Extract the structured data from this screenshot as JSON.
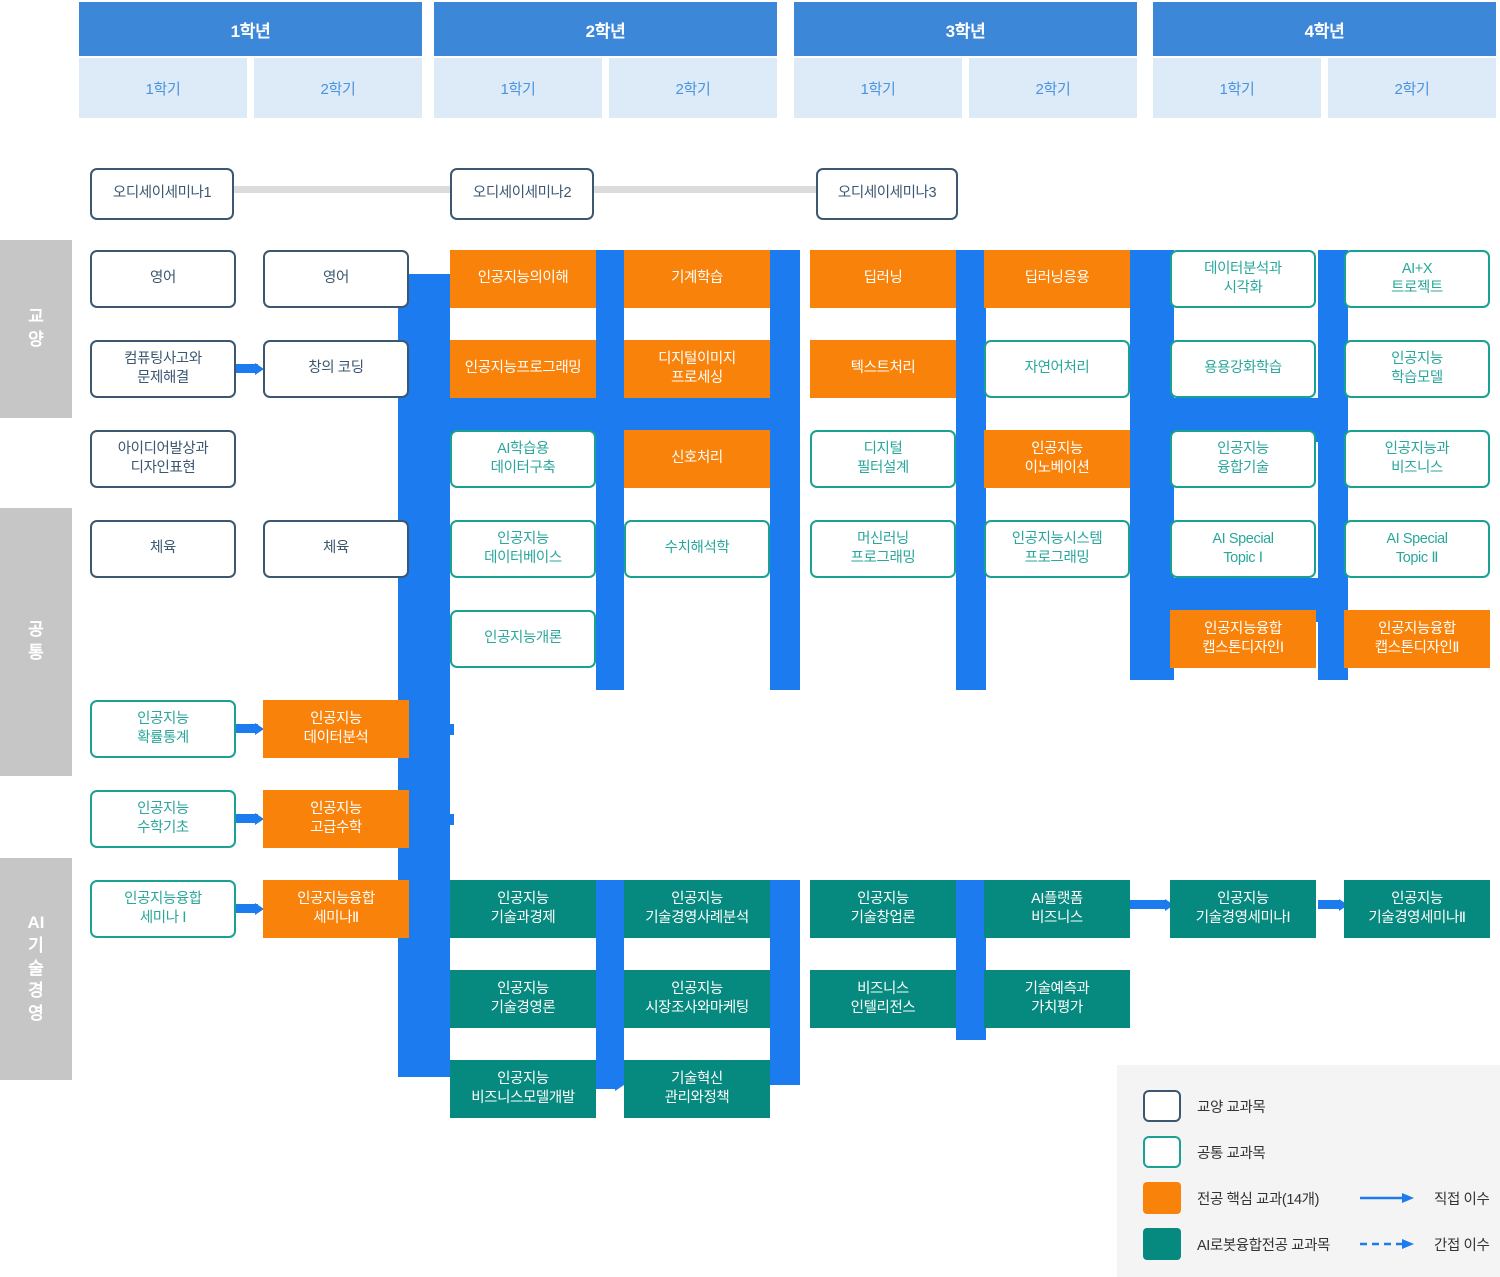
{
  "header": {
    "years": [
      {
        "label": "1학년",
        "semesters": [
          "1학기",
          "2학기"
        ]
      },
      {
        "label": "2학년",
        "semesters": [
          "1학기",
          "2학기"
        ]
      },
      {
        "label": "3학년",
        "semesters": [
          "1학기",
          "2학기"
        ]
      },
      {
        "label": "4학년",
        "semesters": [
          "1학기",
          "2학기"
        ]
      }
    ]
  },
  "categories": [
    {
      "key": "edu",
      "label": "교양",
      "chars": [
        "교",
        "양"
      ]
    },
    {
      "key": "common",
      "label": "공통",
      "chars": [
        "공",
        "통"
      ]
    },
    {
      "key": "mgmt",
      "label": "AI 기술경영",
      "chars": [
        "AI",
        "기",
        "술",
        "경",
        "영"
      ]
    }
  ],
  "seminar_row": [
    {
      "label": "오디세이세미나1",
      "type": "edu"
    },
    {
      "label": "오디세이세미나2",
      "type": "edu"
    },
    {
      "label": "오디세이세미나3",
      "type": "edu"
    }
  ],
  "courses": {
    "y1s1": [
      {
        "label": "영어",
        "type": "edu"
      },
      {
        "label": "컴퓨팅사고와\n문제해결",
        "type": "edu"
      },
      {
        "label": "아이디어발상과\n디자인표현",
        "type": "edu"
      },
      {
        "label": "체육",
        "type": "edu"
      },
      {
        "label": "인공지능\n확률통계",
        "type": "common"
      },
      {
        "label": "인공지능\n수학기초",
        "type": "common"
      },
      {
        "label": "인공지능융합\n세미나 Ⅰ",
        "type": "common"
      }
    ],
    "y1s2": [
      {
        "label": "영어",
        "type": "edu"
      },
      {
        "label": "창의 코딩",
        "type": "edu"
      },
      {
        "label": "체육",
        "type": "edu"
      },
      {
        "label": "인공지능\n데이터분석",
        "type": "core"
      },
      {
        "label": "인공지능\n고급수학",
        "type": "core"
      },
      {
        "label": "인공지능융합\n세미나Ⅱ",
        "type": "core"
      }
    ],
    "y2s1": [
      {
        "label": "인공지능의이해",
        "type": "core"
      },
      {
        "label": "인공지능프로그래밍",
        "type": "core"
      },
      {
        "label": "AI학습용\n데이터구축",
        "type": "common"
      },
      {
        "label": "인공지능\n데이터베이스",
        "type": "common"
      },
      {
        "label": "인공지능개론",
        "type": "common"
      },
      {
        "label": "인공지능\n기술과경제",
        "type": "mgmt"
      },
      {
        "label": "인공지능\n기술경영론",
        "type": "mgmt"
      },
      {
        "label": "인공지능\n비즈니스모델개발",
        "type": "mgmt"
      }
    ],
    "y2s2": [
      {
        "label": "기계학습",
        "type": "core"
      },
      {
        "label": "디지털이미지\n프로세싱",
        "type": "core"
      },
      {
        "label": "신호처리",
        "type": "core"
      },
      {
        "label": "수치해석학",
        "type": "common"
      },
      {
        "label": "인공지능\n기술경영사례분석",
        "type": "mgmt"
      },
      {
        "label": "인공지능\n시장조사와마케팅",
        "type": "mgmt"
      },
      {
        "label": "기술혁신\n관리와정책",
        "type": "mgmt"
      }
    ],
    "y3s1": [
      {
        "label": "딥러닝",
        "type": "core"
      },
      {
        "label": "텍스트처리",
        "type": "core"
      },
      {
        "label": "디지털\n필터설계",
        "type": "common"
      },
      {
        "label": "머신러닝\n프로그래밍",
        "type": "common"
      },
      {
        "label": "인공지능\n기술창업론",
        "type": "mgmt"
      },
      {
        "label": "비즈니스\n인텔리전스",
        "type": "mgmt"
      }
    ],
    "y3s2": [
      {
        "label": "딥러닝응용",
        "type": "core"
      },
      {
        "label": "자연어처리",
        "type": "common"
      },
      {
        "label": "인공지능\n이노베이션",
        "type": "core"
      },
      {
        "label": "인공지능시스템\n프로그래밍",
        "type": "common"
      },
      {
        "label": "AI플랫폼\n비즈니스",
        "type": "mgmt"
      },
      {
        "label": "기술예측과\n가치평가",
        "type": "mgmt"
      }
    ],
    "y4s1": [
      {
        "label": "데이터분석과\n시각화",
        "type": "common"
      },
      {
        "label": "용용강화학습",
        "type": "common"
      },
      {
        "label": "인공지능\n융합기술",
        "type": "common"
      },
      {
        "label": "AI Special\nTopic Ⅰ",
        "type": "common"
      },
      {
        "label": "인공지능융합\n캡스톤디자인Ⅰ",
        "type": "core"
      },
      {
        "label": "인공지능\n기술경영세미나Ⅰ",
        "type": "mgmt"
      }
    ],
    "y4s2": [
      {
        "label": "AI+X\n트로젝트",
        "type": "common"
      },
      {
        "label": "인공지능\n학습모델",
        "type": "common"
      },
      {
        "label": "인공지능과\n비즈니스",
        "type": "common"
      },
      {
        "label": "AI Special\nTopic Ⅱ",
        "type": "common"
      },
      {
        "label": "인공지능융합\n캡스톤디자인Ⅱ",
        "type": "core"
      },
      {
        "label": "인공지능\n기술경영세미나Ⅱ",
        "type": "mgmt"
      }
    ]
  },
  "legend": {
    "items": [
      {
        "key": "edu",
        "label": "교양 교과목"
      },
      {
        "key": "common",
        "label": "공통 교과목"
      },
      {
        "key": "core",
        "label": "전공 핵심 교과(14개)"
      },
      {
        "key": "mgmt",
        "label": "AI로봇융합전공 교과목"
      }
    ],
    "arrows": [
      {
        "style": "solid",
        "label": "직접 이수"
      },
      {
        "style": "dashed",
        "label": "간접 이수"
      }
    ]
  },
  "colors": {
    "year_bar": "#3d87d8",
    "semester_bar": "#ddebf9",
    "semester_text": "#4a93de",
    "category_rail": "#c6c6c6",
    "edu_border": "#3c5871",
    "common_border": "#19a193",
    "core_fill": "#f8820a",
    "mgmt_fill": "#06897e",
    "connector": "#1c7bef",
    "seminar_connector": "#dcdcdc",
    "legend_bg": "#f4f4f4"
  }
}
